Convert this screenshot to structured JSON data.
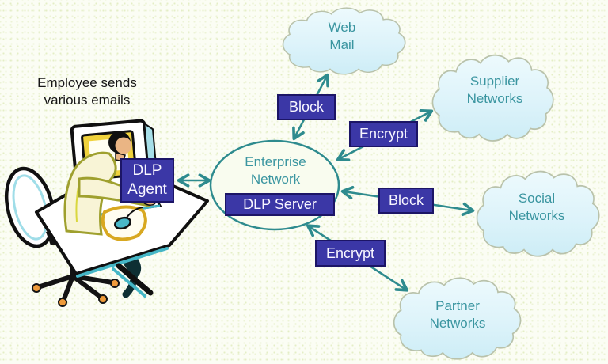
{
  "caption": {
    "line1": "Employee sends",
    "line2": "various emails"
  },
  "agent": {
    "line1": "DLP",
    "line2": "Agent"
  },
  "enterprise": {
    "line1": "Enterprise",
    "line2": "Network",
    "server_label": "DLP Server"
  },
  "clouds": {
    "webmail": {
      "line1": "Web",
      "line2": "Mail"
    },
    "supplier": {
      "line1": "Supplier",
      "line2": "Networks"
    },
    "social": {
      "line1": "Social",
      "line2": "Networks"
    },
    "partner": {
      "line1": "Partner",
      "line2": "Networks"
    }
  },
  "actions": {
    "block_webmail": "Block",
    "encrypt_supplier": "Encrypt",
    "block_social": "Block",
    "encrypt_partner": "Encrypt"
  },
  "colors": {
    "action_box_fill": "#3b37a6",
    "action_box_border": "#1c1566",
    "arrow_teal": "#2e8b8e",
    "label_teal": "#3a95a0",
    "cloud_fill": "#d2eef8",
    "background": "#fbfdf4"
  }
}
